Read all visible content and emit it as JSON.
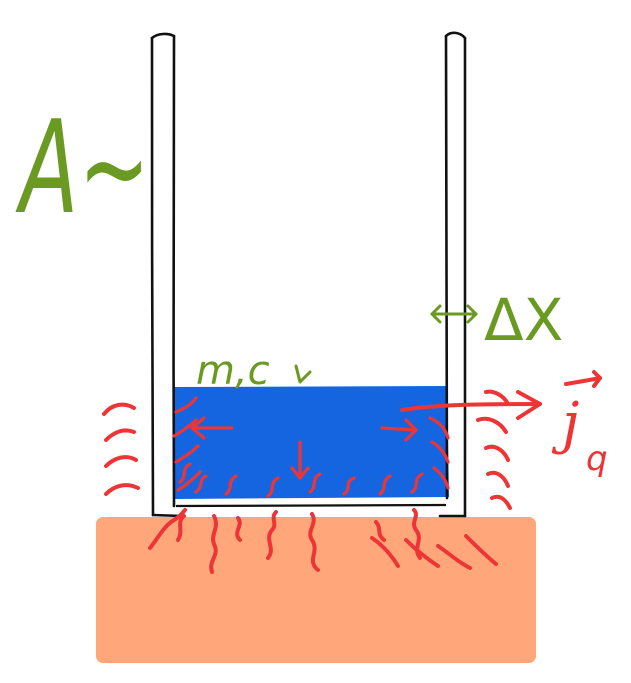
{
  "labels": {
    "area": "A~",
    "mass_heat": "m,c",
    "thickness": "ΔX",
    "flux": "j",
    "flux_subscript": "q"
  },
  "colors": {
    "background": "#ffffff",
    "wall_outline": "#111111",
    "liquid": "#1565e0",
    "heater": "#ffa77a",
    "heat_lines": "#ee3535",
    "annotation_green": "#6a9a22",
    "annotation_red": "#ee3535"
  },
  "icons": {
    "heat_flux_arrow": "right-arrow-icon",
    "thickness_marker": "double-headed-arrow-icon"
  }
}
